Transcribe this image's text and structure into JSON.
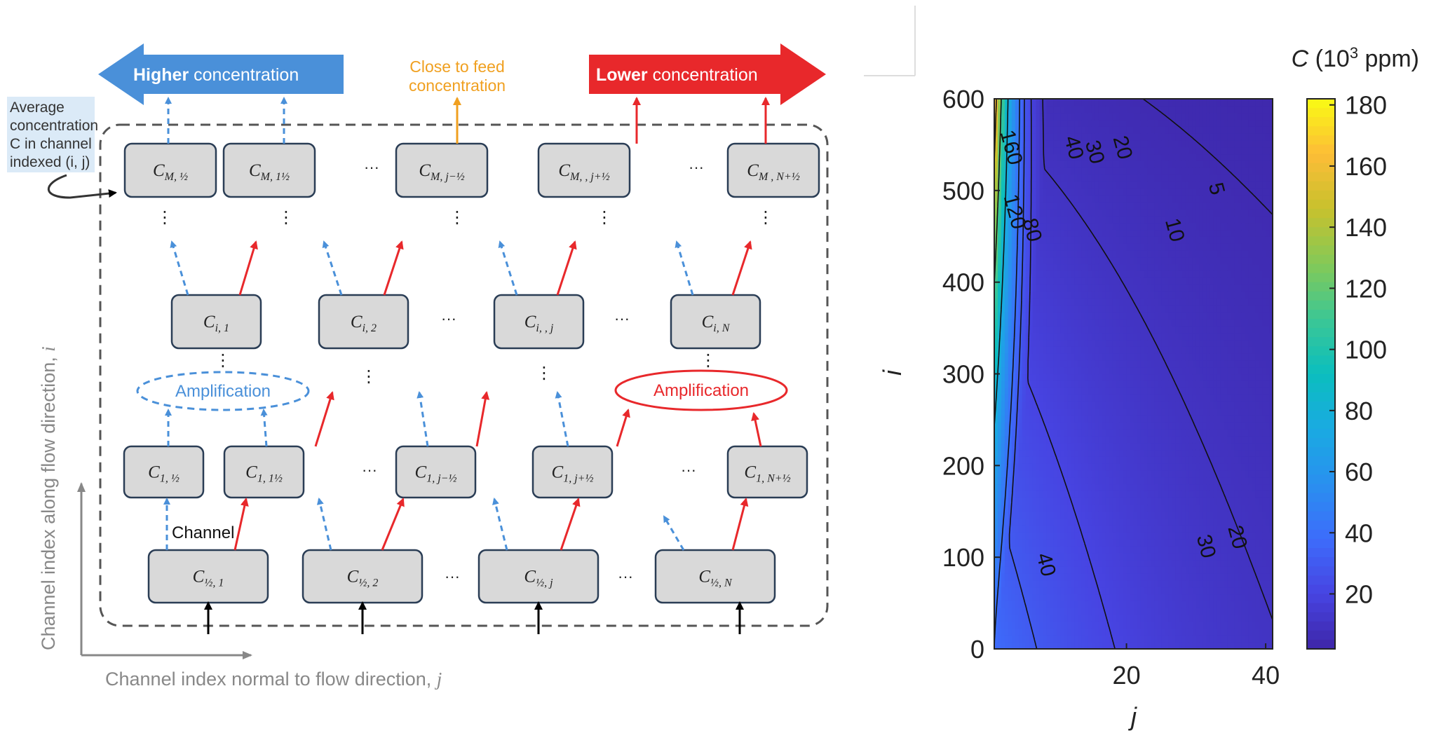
{
  "diagram": {
    "higher_bold": "Higher",
    "higher_rest": " concentration",
    "lower_bold": "Lower",
    "lower_rest": " concentration",
    "feed_line1": "Close to feed",
    "feed_line2": "concentration",
    "avg_line1": "Average",
    "avg_line2": "concentration",
    "avg_line3": "C in channel",
    "avg_line4": "indexed (i, j)",
    "amplification_left": "Amplification",
    "amplification_right": "Amplification",
    "channel_label": "Channel",
    "axis_vertical": "Channel index along flow direction, i",
    "axis_horizontal": "Channel index normal to flow direction, j",
    "ellipsis_h": "···",
    "ellipsis_v": "⋮",
    "row_top": [
      {
        "base": "C",
        "sub": "M, ½"
      },
      {
        "base": "C",
        "sub": "M, 1½"
      },
      {
        "base": "C",
        "sub": "M, j−½"
      },
      {
        "base": "C",
        "sub": "M, , j+½"
      },
      {
        "base": "C",
        "sub": "M , N+½"
      }
    ],
    "row_mid": [
      {
        "base": "C",
        "sub": "i, 1"
      },
      {
        "base": "C",
        "sub": "i, 2"
      },
      {
        "base": "C",
        "sub": "i, , j"
      },
      {
        "base": "C",
        "sub": "i, N"
      }
    ],
    "row_one": [
      {
        "base": "C",
        "sub": "1, ½"
      },
      {
        "base": "C",
        "sub": "1, 1½"
      },
      {
        "base": "C",
        "sub": "1, j−½"
      },
      {
        "base": "C",
        "sub": "1, j+½"
      },
      {
        "base": "C",
        "sub": "1, N+½"
      }
    ],
    "row_half": [
      {
        "base": "C",
        "sub": "½, 1"
      },
      {
        "base": "C",
        "sub": "½, 2"
      },
      {
        "base": "C",
        "sub": "½, j"
      },
      {
        "base": "C",
        "sub": "½, N"
      }
    ],
    "colors": {
      "blue": "#4a90d9",
      "red": "#e8282b",
      "orange": "#f0a020",
      "box_fill": "#d9d9d9",
      "box_stroke": "#2a3d55"
    }
  },
  "chart_data": {
    "type": "heatmap",
    "title": "",
    "colorbar_label": "C (10³ ppm)",
    "xlabel": "j",
    "ylabel": "i",
    "xlim": [
      1,
      41
    ],
    "ylim": [
      0,
      600
    ],
    "x_ticks": [
      20,
      40
    ],
    "y_ticks": [
      0,
      100,
      200,
      300,
      400,
      500,
      600
    ],
    "colorbar_ticks": [
      20,
      40,
      60,
      80,
      100,
      120,
      140,
      160,
      180
    ],
    "colorbar_range": [
      2,
      182
    ],
    "colormap": "parula",
    "contour_labels": [
      {
        "text": "160",
        "j": 2.5,
        "i": 545
      },
      {
        "text": "120",
        "j": 3.0,
        "i": 475
      },
      {
        "text": "80",
        "j": 5.5,
        "i": 455
      },
      {
        "text": "40",
        "j": 11.5,
        "i": 545
      },
      {
        "text": "30",
        "j": 14.5,
        "i": 540
      },
      {
        "text": "20",
        "j": 18.5,
        "i": 545
      },
      {
        "text": "10",
        "j": 26,
        "i": 455
      },
      {
        "text": "5",
        "j": 32,
        "i": 500
      },
      {
        "text": "40",
        "j": 7.5,
        "i": 90
      },
      {
        "text": "30",
        "j": 30.5,
        "i": 110
      },
      {
        "text": "20",
        "j": 35,
        "i": 120
      }
    ]
  }
}
